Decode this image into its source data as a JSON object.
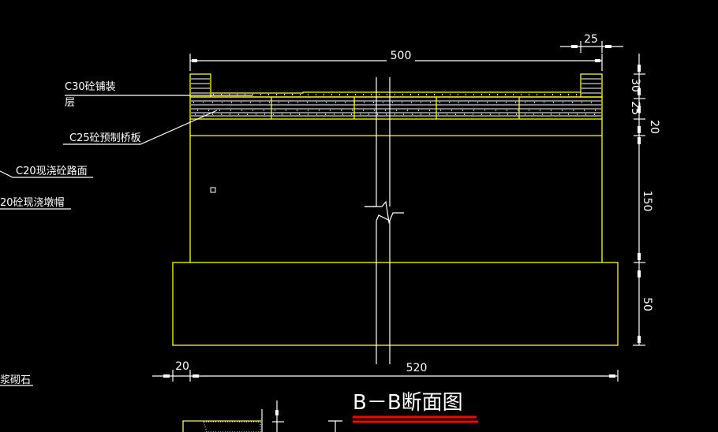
{
  "drawing": {
    "title": "B－B断面图",
    "title_underline_color": "#ff0000",
    "structure_color": "#ffff00",
    "labels": {
      "c30_line1": "C30砼铺装",
      "c30_line2": "层",
      "c25": "C25砼预制桥板",
      "c20_road": "C20现浇砼路面",
      "c20_cap": "20砼现浇墩帽",
      "masonry": "浆砌石"
    },
    "dimensions": {
      "top_width": "500",
      "parapet_width": "25",
      "parapet_height": "30",
      "deck_thickness": "25",
      "cap_top": "20",
      "pier_height": "150",
      "footing_height": "50",
      "footing_offset": "20",
      "footing_width": "520"
    }
  }
}
